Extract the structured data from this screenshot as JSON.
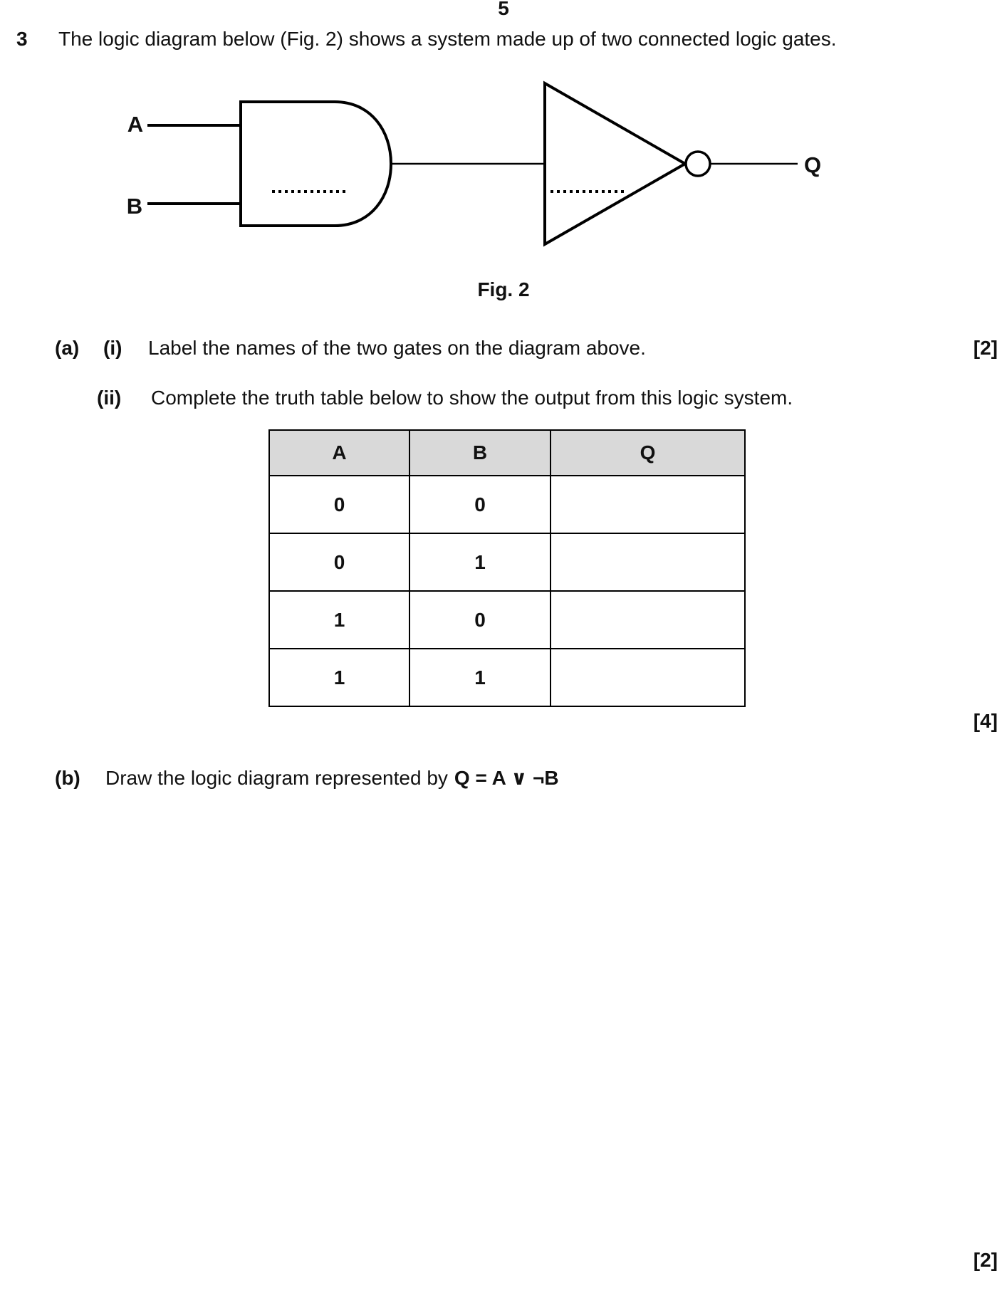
{
  "page": {
    "number": "5"
  },
  "question": {
    "number": "3",
    "intro": "The logic diagram below (Fig. 2) shows a system made up of two connected logic gates."
  },
  "figure": {
    "caption": "Fig. 2",
    "input_a_label": "A",
    "input_b_label": "B",
    "output_label": "Q"
  },
  "part_a": {
    "label": "(a)",
    "i": {
      "label": "(i)",
      "text": "Label the names of the two gates on the diagram above.",
      "marks": "[2]"
    },
    "ii": {
      "label": "(ii)",
      "text": "Complete the truth table below to show the output from this logic system.",
      "marks": "[4]"
    }
  },
  "part_b": {
    "label": "(b)",
    "text": "Draw the logic diagram represented by",
    "formula": "Q = A ∨ ¬B",
    "marks": "[2]"
  },
  "truth_table": {
    "headers": [
      "A",
      "B",
      "Q"
    ],
    "rows": [
      [
        "0",
        "0",
        ""
      ],
      [
        "0",
        "1",
        ""
      ],
      [
        "1",
        "0",
        ""
      ],
      [
        "1",
        "1",
        ""
      ]
    ]
  },
  "colors": {
    "table_header_bg": "#d9d9d9",
    "ink": "#111111"
  }
}
